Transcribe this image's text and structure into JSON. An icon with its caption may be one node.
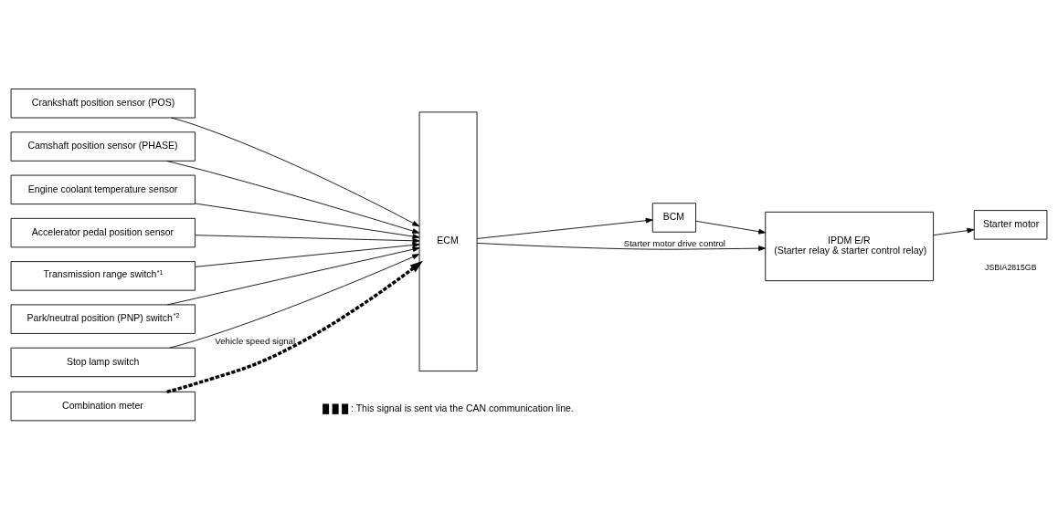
{
  "diagram": {
    "nodes": [
      {
        "text": [
          "Crankshaft position sensor (POS)"
        ]
      },
      {
        "text": [
          "Camshaft position sensor (PHASE)"
        ]
      },
      {
        "text": [
          "Engine coolant temperature sensor"
        ]
      },
      {
        "text": [
          "Accelerator pedal position sensor"
        ]
      },
      {
        "text": [
          "Transmission range switch$^{*1}$"
        ]
      },
      {
        "text": [
          "Park/neutral position (PNP) switch$^{*2}$"
        ]
      },
      {
        "text": [
          "Stop lamp switch"
        ]
      },
      {
        "text": [
          "Combination meter"
        ]
      },
      {
        "text": [
          "ECM"
        ]
      },
      {
        "text": [
          "BCM"
        ]
      },
      {
        "text": [
          "IPDM E/R",
          "(Starter relay & starter control relay)"
        ]
      },
      {
        "text": [
          "Starter motor"
        ]
      }
    ],
    "edges": [
      {
        "from": 0,
        "to": 8,
        "arrow": "to"
      },
      {
        "from": 1,
        "to": 8,
        "arrow": "to"
      },
      {
        "from": 2,
        "to": 8,
        "arrow": "to"
      },
      {
        "from": 3,
        "to": 8,
        "arrow": "to"
      },
      {
        "from": 4,
        "to": 8,
        "arrow": "to"
      },
      {
        "from": 5,
        "to": 8,
        "arrow": "to"
      },
      {
        "from": 6,
        "to": 8,
        "arrow": "to"
      },
      {
        "from": 7,
        "to": 8,
        "arrow": "to",
        "label": "Vehicle speed signal",
        "style": "dashed"
      },
      {
        "from": 8,
        "to": 9,
        "arrow": "to"
      },
      {
        "from": 9,
        "to": 10,
        "arrow": "to"
      },
      {
        "from": 8,
        "to": 10,
        "arrow": "to",
        "label": "Starter motor drive control"
      },
      {
        "from": 10,
        "to": 11,
        "arrow": "to"
      }
    ],
    "labels": [
      "JSBIA2815GB"
    ],
    "legend": [
      {
        "text": ": This signal is sent via the CAN communication line."
      }
    ]
  }
}
